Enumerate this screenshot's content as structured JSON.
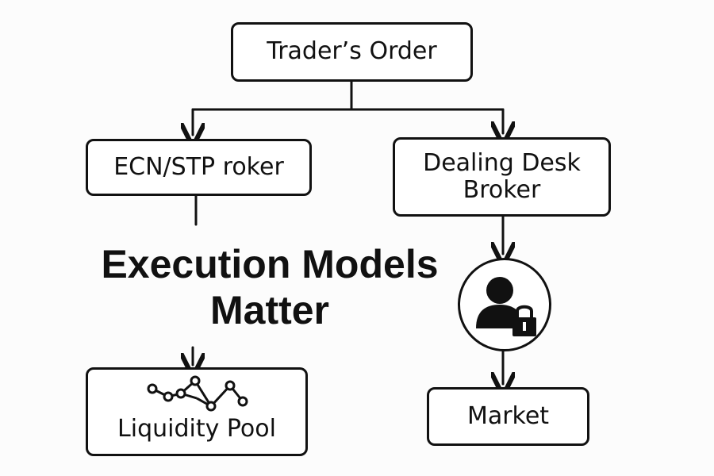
{
  "diagram": {
    "title_line1": "Execution Models",
    "title_line2": "Matter",
    "nodes": {
      "traders_order": "Trader’s Order",
      "ecn_stp_broker": "ECN/STP roker",
      "dealing_desk_broker": "Dealing Desk Broker",
      "liquidity_pool": "Liquidity Pool",
      "market": "Market"
    },
    "icons": {
      "dealer": "person-with-lock-icon",
      "liquidity": "network-graph-icon"
    },
    "colors": {
      "stroke": "#111111",
      "background": "#fcfcfc"
    }
  }
}
